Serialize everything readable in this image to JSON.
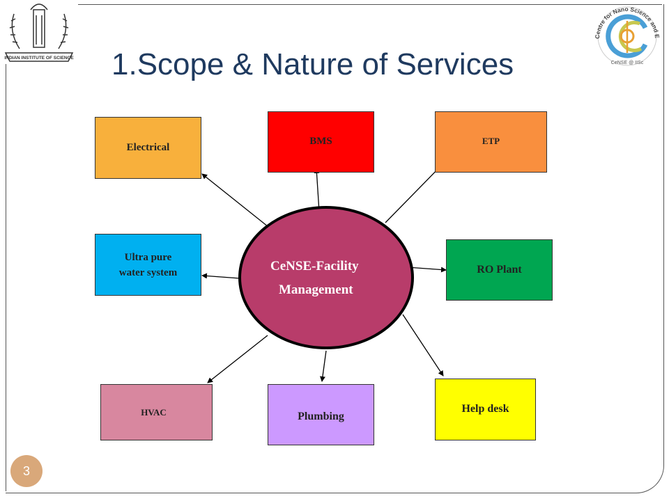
{
  "title": "1.Scope & Nature of Services",
  "center": {
    "line1": "CeNSE-Facility",
    "line2": "Management",
    "color": "#b83c6a"
  },
  "services": {
    "electrical": {
      "label": "Electrical",
      "color": "#f8b03c"
    },
    "bms": {
      "label": "BMS",
      "color": "#ff0000"
    },
    "etp": {
      "label": "ETP",
      "color": "#f98f3e"
    },
    "ultra_pure": {
      "label_line1": "Ultra pure",
      "label_line2": "water system",
      "color": "#00b0f0"
    },
    "ro_plant": {
      "label": "RO Plant",
      "color": "#00a651"
    },
    "hvac": {
      "label": "HVAC",
      "color": "#d8879f"
    },
    "plumbing": {
      "label": "Plumbing",
      "color": "#cc99ff"
    },
    "help_desk": {
      "label": "Help desk",
      "color": "#ffff00"
    }
  },
  "logos": {
    "left": {
      "icon": "iisc-emblem-logo",
      "text": "INDIAN INSTITUTE OF SCIENCE"
    },
    "right": {
      "icon": "cense-logo",
      "ring_text": "Centre for Nano Science and Engineering",
      "caption": "CeNSE @ IISc"
    }
  },
  "page_number": "3"
}
